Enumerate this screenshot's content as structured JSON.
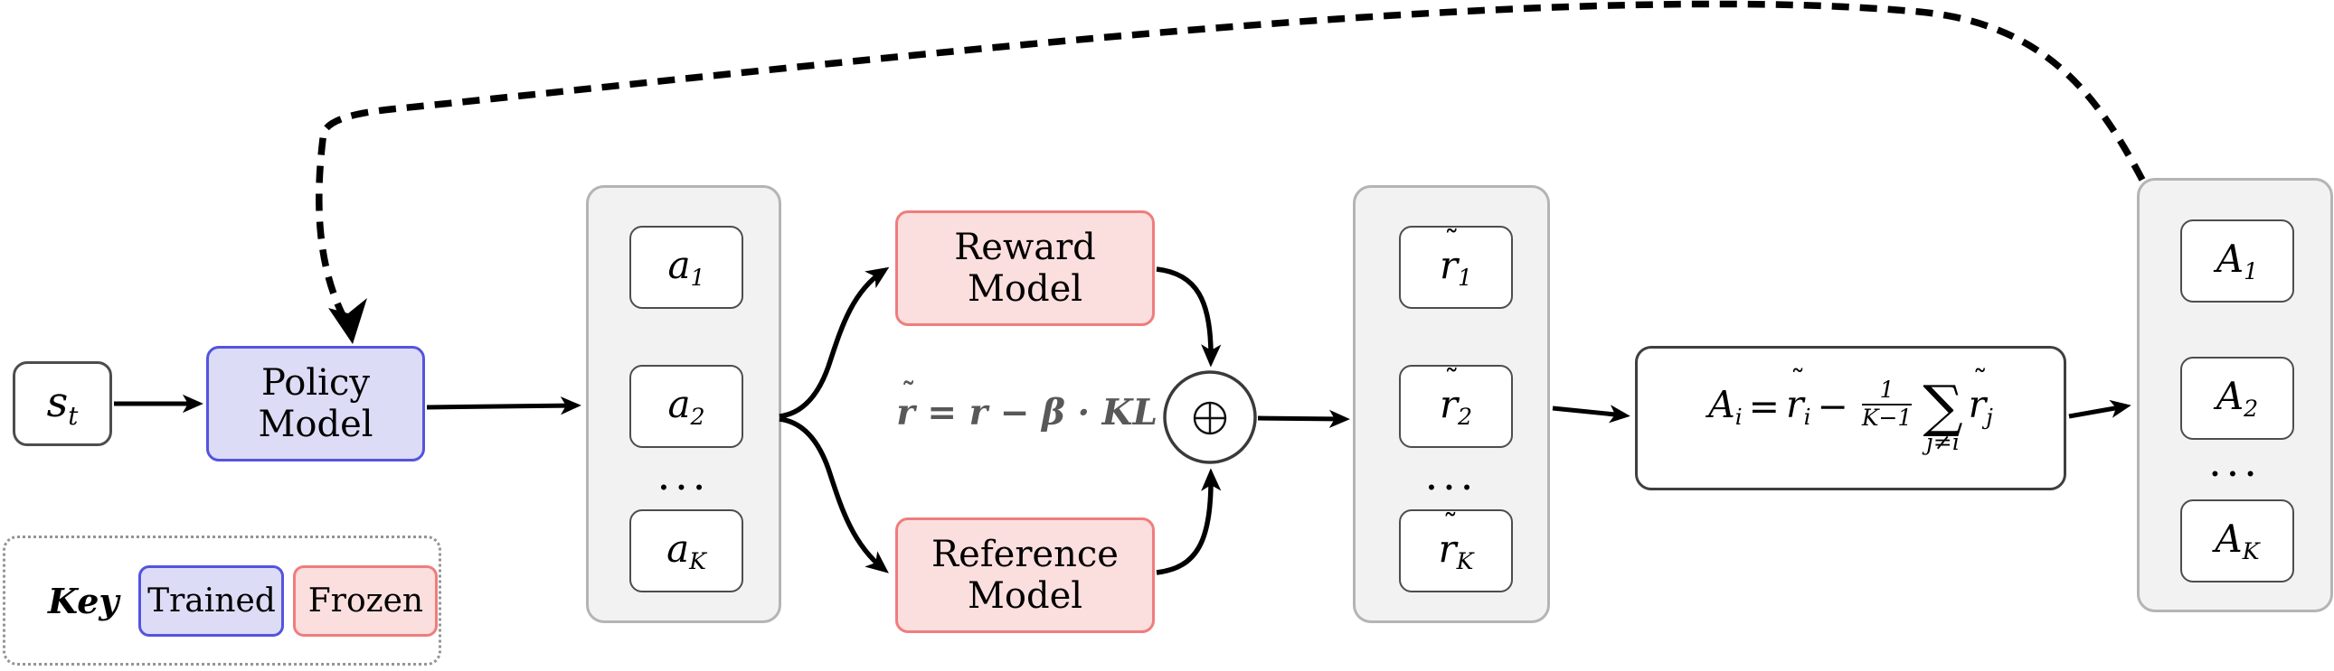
{
  "nodes": {
    "state": {
      "base": "s",
      "sub": "t"
    },
    "policy": {
      "line1": "Policy",
      "line2": "Model"
    },
    "reward": {
      "line1": "Reward",
      "line2": "Model"
    },
    "reference": {
      "line1": "Reference",
      "line2": "Model"
    }
  },
  "columns": {
    "actions": {
      "items": [
        {
          "base": "a",
          "sub": "1"
        },
        {
          "base": "a",
          "sub": "2"
        },
        {
          "base": "a",
          "sub": "K"
        }
      ],
      "dots": "..."
    },
    "rewards": {
      "items": [
        {
          "base": "r",
          "tilde": "˜",
          "sub": "1"
        },
        {
          "base": "r",
          "tilde": "˜",
          "sub": "2"
        },
        {
          "base": "r",
          "tilde": "˜",
          "sub": "K"
        }
      ],
      "dots": "..."
    },
    "advantages": {
      "items": [
        {
          "base": "A",
          "sub": "1"
        },
        {
          "base": "A",
          "sub": "2"
        },
        {
          "base": "A",
          "sub": "K"
        }
      ],
      "dots": "..."
    }
  },
  "formulas": {
    "kl": {
      "base": "r",
      "tilde": "˜",
      "rest": " = r − β · KL"
    },
    "oplus": "⊕",
    "advantage": {
      "lhs": "A",
      "lhs_sub": "i",
      "eq": "=",
      "r1": "r",
      "r1_tilde": "˜",
      "r1_sub": "i",
      "minus": "−",
      "frac_num": "1",
      "frac_den": "K−1",
      "sum": "∑",
      "sum_cond": "j≠i",
      "r2": "r",
      "r2_tilde": "˜",
      "r2_sub": "j"
    }
  },
  "key": {
    "title": "Key",
    "trained": "Trained",
    "frozen": "Frozen"
  },
  "colors": {
    "trained_fill": "#dcdcf6",
    "trained_border": "#5453e0",
    "frozen_fill": "#fbdede",
    "frozen_border": "#ef7d7d",
    "container_fill": "#f2f2f2",
    "container_border": "#b4b4b4",
    "inner_box_border": "#4d4d4d",
    "kl_text": "#585858",
    "line": "#000000"
  }
}
